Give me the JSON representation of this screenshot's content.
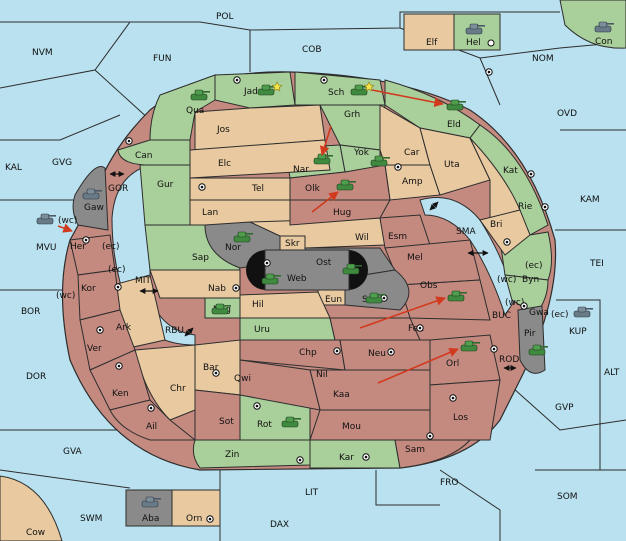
{
  "colors": {
    "sea": "#b9e1ef",
    "green": "#a9cf9a",
    "tan": "#e8c9a0",
    "rose": "#c48a80",
    "grey": "#8a8a8a",
    "black": "#111111",
    "arrow": "#d23a1e",
    "unit_green": "#3f8a3f",
    "unit_grey": "#6a7b88"
  },
  "sea_labels": {
    "pol": "POL",
    "nvm": "NVM",
    "fun": "FUN",
    "cob": "COB",
    "nom": "NOM",
    "ovd": "OVD",
    "kal": "KAL",
    "gvg": "GVG",
    "kam": "KAM",
    "gor": "GOR",
    "mvu": "MVU",
    "sma": "SMA",
    "tei": "TEI",
    "mit": "MIT",
    "bor": "BOR",
    "rbu": "RBU",
    "buc": "BUC",
    "kup": "KUP",
    "alt": "ALT",
    "dor": "DOR",
    "rod": "ROD",
    "gvp": "GVP",
    "gva": "GVA",
    "lit": "LIT",
    "fro": "FRO",
    "som": "SOM",
    "swm": "SWM",
    "dax": "DAX"
  },
  "corner_labels": {
    "elf": "Elf",
    "hel": "Hel",
    "con": "Con",
    "cow": "Cow",
    "aba": "Aba",
    "orn": "Orn"
  },
  "territory_labels": {
    "jad": "Jad",
    "sch": "Sch",
    "qua": "Qua",
    "jos": "Jos",
    "grh": "Grh",
    "eld": "Eld",
    "can": "Can",
    "elc": "Elc",
    "nar": "Nar",
    "yok": "Yok",
    "car": "Car",
    "uta": "Uta",
    "kat": "Kat",
    "gaw": "Gaw",
    "gur": "Gur",
    "tel": "Tel",
    "olk": "Olk",
    "amp": "Amp",
    "lan": "Lan",
    "hug": "Hug",
    "rie": "Rie",
    "bri": "Bri",
    "nor": "Nor",
    "skr": "Skr",
    "ost": "Ost",
    "wil": "Wil",
    "esm": "Esm",
    "her": "Her",
    "sap": "Sap",
    "web": "Web",
    "mel": "Mel",
    "kor": "Kor",
    "byn": "Byn",
    "nab": "Nab",
    "eun": "Eun",
    "obs": "Obs",
    "hil": "Hil",
    "sun": "Sun",
    "gwa": "Gwa",
    "ark": "Ark",
    "nog": "Nog",
    "uru": "Uru",
    "feu": "Feu",
    "pir": "Pir",
    "ver": "Ver",
    "bar": "Bar",
    "chp": "Chp",
    "neu": "Neu",
    "qwi": "Qwi",
    "nil": "Nil",
    "orl": "Orl",
    "ken": "Ken",
    "chr": "Chr",
    "kaa": "Kaa",
    "ail": "Ail",
    "sot": "Sot",
    "rot": "Rot",
    "mou": "Mou",
    "los": "Los",
    "zin": "Zin",
    "kar": "Kar",
    "sam": "Sam"
  },
  "coast_labels": {
    "wc1": "(wc)",
    "ec1": "(ec)",
    "ec2": "(ec)",
    "wc2": "(wc)",
    "wc3": "(wc)",
    "ec3": "(ec)",
    "wc4": "(wc)",
    "ec4": "(ec)"
  }
}
